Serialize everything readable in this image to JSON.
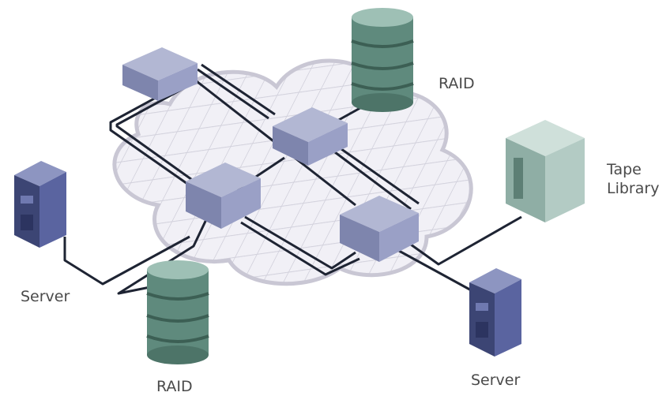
{
  "labels": {
    "raid_top": "RAID",
    "tape_library": "Tape\nLibrary",
    "server_left": "Server",
    "raid_bottom": "RAID",
    "server_right": "Server"
  },
  "colors": {
    "fabric_cloud": "#ecebf2",
    "switch": "#8f96bd",
    "raid": "#5f8a7d",
    "tape_library": "#a9c4bd",
    "server": "#4f5a8e",
    "cable": "#1e2433"
  },
  "icons": {
    "fabric": "network-cloud-icon",
    "switch": "switch-icon",
    "raid": "database-icon",
    "tape_library": "tape-library-icon",
    "server": "server-tower-icon"
  }
}
